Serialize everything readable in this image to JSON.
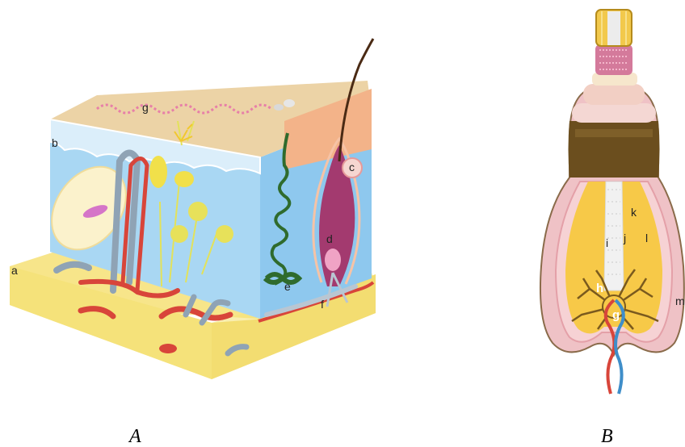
{
  "panels": {
    "a": {
      "caption": "A",
      "labels": {
        "a": "a",
        "b": "b",
        "c": "c",
        "d": "d",
        "e": "e",
        "f": "f",
        "g": "g"
      }
    },
    "b": {
      "caption": "B",
      "labels": {
        "g": "g",
        "h": "h",
        "i": "i",
        "j": "j",
        "k": "k",
        "l": "l",
        "m": "m"
      }
    }
  },
  "colors": {
    "dermis": "#a8d6f2",
    "hypodermis": "#f5e27a",
    "epidermis_top": "#ecd3a6",
    "artery": "#d8453a",
    "vein": "#8fa3b5",
    "nerve": "#e3e25a",
    "hair": "#8a2a5a",
    "gland": "#2f6b2d",
    "capsule_band": "#6b4e1e",
    "capsule_pink": "#f2c2c7",
    "core_yellow": "#f7c948"
  }
}
